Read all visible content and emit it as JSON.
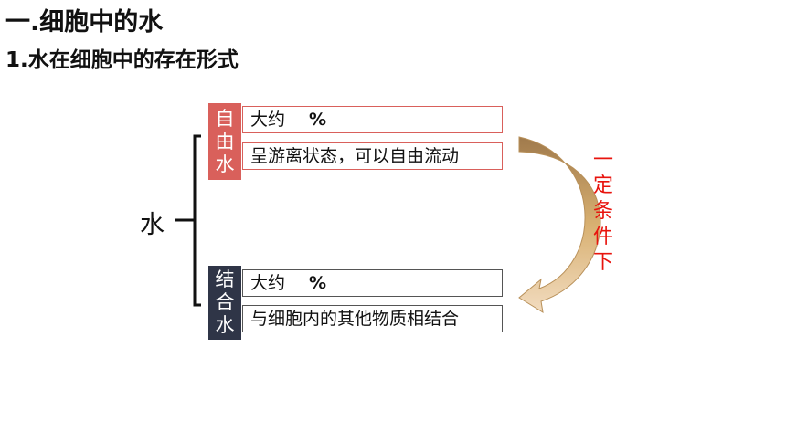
{
  "header": {
    "title": "一.细胞中的水",
    "subtitle": "1.水在细胞中的存在形式"
  },
  "root_label": "水",
  "free_water": {
    "label": [
      "自",
      "由",
      "水"
    ],
    "amount_prefix": "大约",
    "amount_suffix": "%",
    "description": "呈游离状态，可以自由流动"
  },
  "bound_water": {
    "label": [
      "结",
      "合",
      "水"
    ],
    "amount_prefix": "大约",
    "amount_suffix": "%",
    "description": "与细胞内的其他物质相结合"
  },
  "conversion_note": [
    "一",
    "定",
    "条",
    "件",
    "下"
  ],
  "colors": {
    "free": "#d9605b",
    "bound": "#2f3547",
    "note": "#e8140e",
    "arrow": "#c9a46a"
  }
}
